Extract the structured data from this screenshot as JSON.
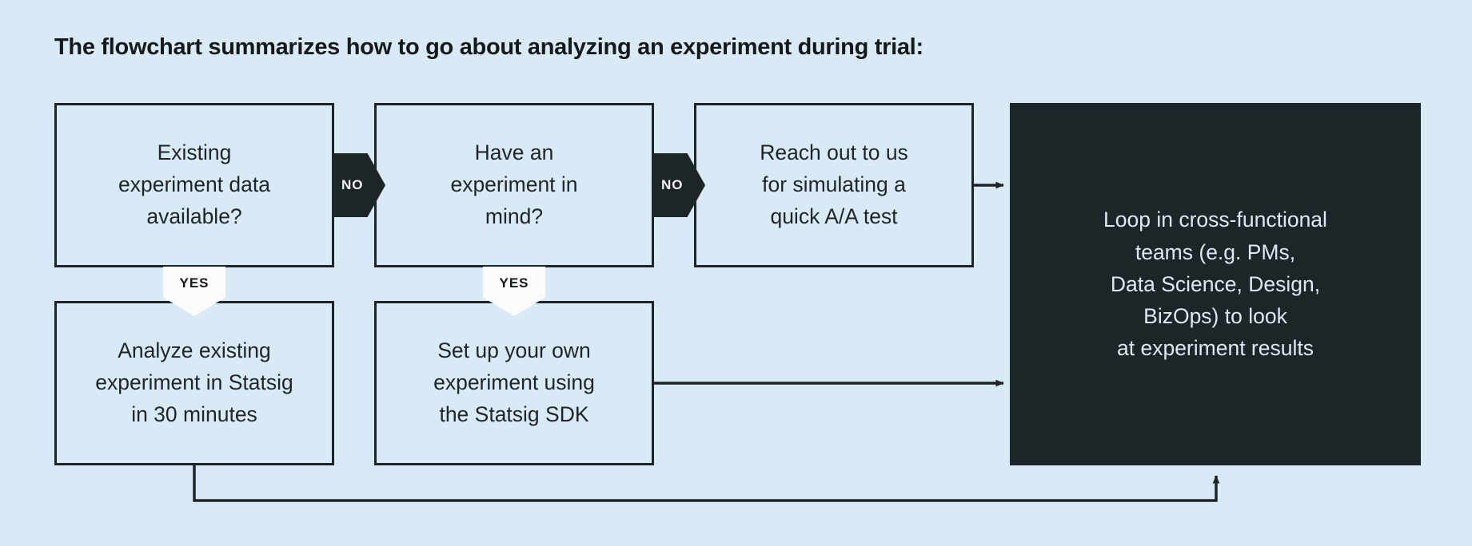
{
  "title": "The flowchart summarizes how to go about analyzing an experiment during trial:",
  "colors": {
    "background": "#d9eaf7",
    "box_fill": "#d9eaf7",
    "box_stroke": "#1e2529",
    "dark_panel": "#1e2529",
    "dark_panel_text": "#dce9f2",
    "marker_no_fill": "#1e2529",
    "marker_no_text": "#f2f6f8",
    "marker_yes_fill": "#fbfbf9",
    "marker_yes_text": "#14191c",
    "connector": "#1e2529"
  },
  "nodes": {
    "existing_data": "Existing\nexperiment data\navailable?",
    "have_experiment": "Have an\nexperiment in\nmind?",
    "reach_out": "Reach out to us\nfor simulating a\nquick A/A test",
    "analyze_existing": "Analyze existing\nexperiment in Statsig\nin 30 minutes",
    "set_up_own": "Set up your own\nexperiment using\nthe Statsig SDK",
    "loop_in_teams": "Loop in cross-functional\nteams (e.g. PMs,\nData Science, Design,\nBizOps) to look\nat experiment results"
  },
  "edge_labels": {
    "no_1": "NO",
    "no_2": "NO",
    "yes_1": "YES",
    "yes_2": "YES"
  },
  "chart_data": {
    "type": "diagram",
    "diagram_type": "flowchart",
    "title": "The flowchart summarizes how to go about analyzing an experiment during trial:",
    "nodes": [
      {
        "id": "existing_data",
        "label": "Existing experiment data available?",
        "shape": "decision",
        "row": 1,
        "col": 1
      },
      {
        "id": "have_experiment",
        "label": "Have an experiment in mind?",
        "shape": "decision",
        "row": 1,
        "col": 2
      },
      {
        "id": "reach_out",
        "label": "Reach out to us for simulating a quick A/A test",
        "shape": "process",
        "row": 1,
        "col": 3
      },
      {
        "id": "analyze_existing",
        "label": "Analyze existing experiment in Statsig in 30 minutes",
        "shape": "process",
        "row": 2,
        "col": 1
      },
      {
        "id": "set_up_own",
        "label": "Set up your own experiment using the Statsig SDK",
        "shape": "process",
        "row": 2,
        "col": 2
      },
      {
        "id": "loop_in_teams",
        "label": "Loop in cross-functional teams (e.g. PMs, Data Science, Design, BizOps) to look at experiment results",
        "shape": "terminal",
        "emphasis": "dark"
      }
    ],
    "edges": [
      {
        "from": "existing_data",
        "to": "have_experiment",
        "label": "NO"
      },
      {
        "from": "existing_data",
        "to": "analyze_existing",
        "label": "YES"
      },
      {
        "from": "have_experiment",
        "to": "reach_out",
        "label": "NO"
      },
      {
        "from": "have_experiment",
        "to": "set_up_own",
        "label": "YES"
      },
      {
        "from": "reach_out",
        "to": "loop_in_teams",
        "label": ""
      },
      {
        "from": "set_up_own",
        "to": "loop_in_teams",
        "label": ""
      },
      {
        "from": "analyze_existing",
        "to": "loop_in_teams",
        "label": ""
      }
    ]
  }
}
